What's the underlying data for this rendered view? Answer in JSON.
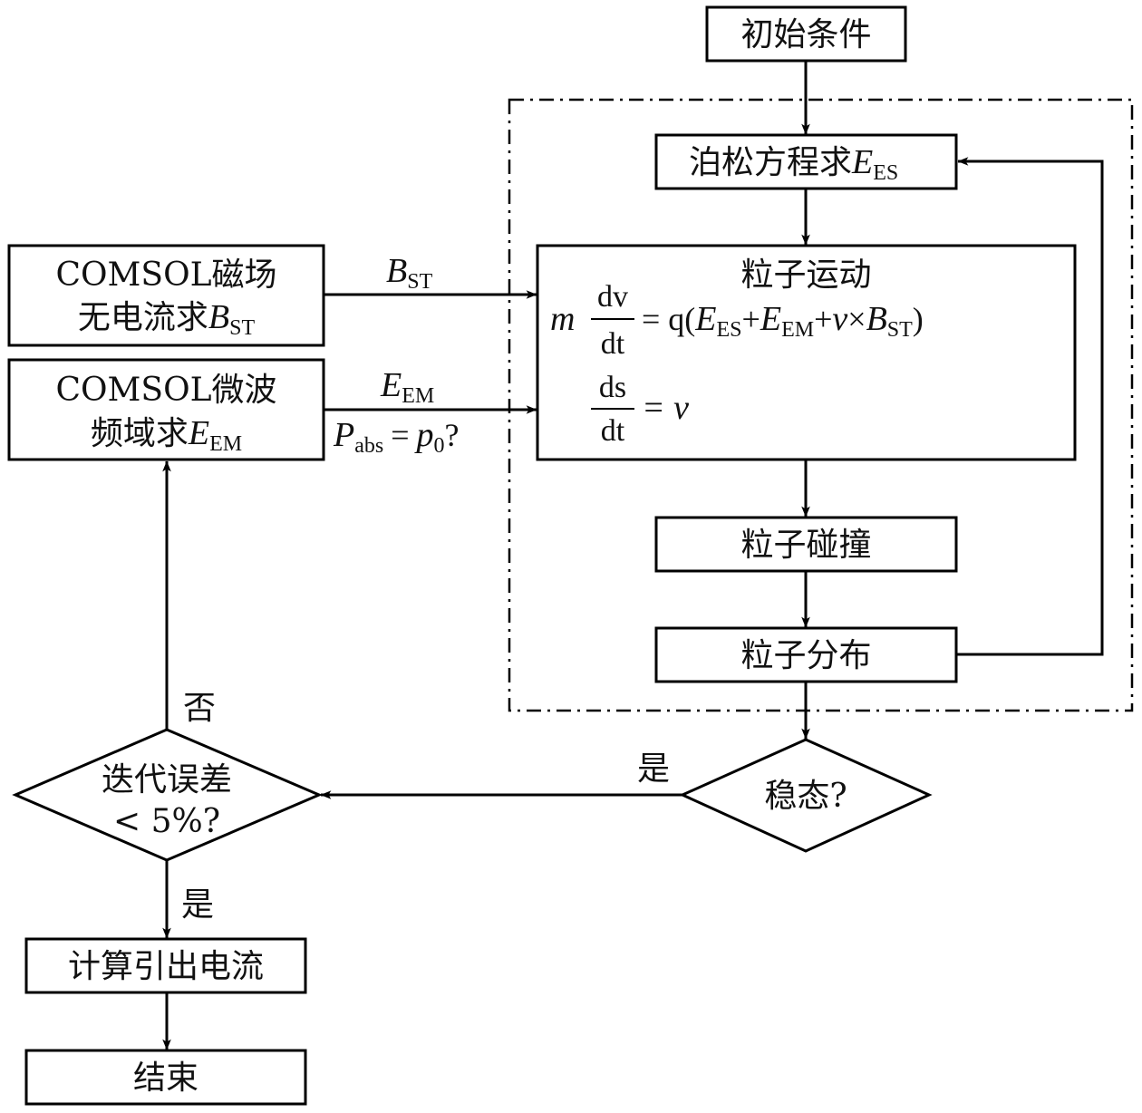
{
  "nodes": {
    "initial": {
      "label": "初始条件"
    },
    "poisson": {
      "label": "泊松方程求",
      "var": "E",
      "sub": "ES"
    },
    "motion": {
      "title": "粒子运动",
      "eq1": {
        "lhs_m": "m",
        "num": "dv",
        "den": "dt",
        "rhs_prefix": "= q(",
        "E": "E",
        "ES": "ES",
        "plus": "+",
        "EM": "EM",
        "v": "v",
        "times": "×",
        "B": "B",
        "ST": "ST",
        "close": ")"
      },
      "eq2": {
        "num": "ds",
        "den": "dt",
        "rhs": "= v"
      }
    },
    "collision": {
      "label": "粒子碰撞"
    },
    "distribution": {
      "label": "粒子分布"
    },
    "steady": {
      "label": "稳态?"
    },
    "comsol_mag": {
      "line1": "COMSOL磁场",
      "line2": "无电流求",
      "var": "B",
      "sub": "ST"
    },
    "comsol_mw": {
      "line1": "COMSOL微波",
      "line2": "频域求",
      "var": "E",
      "sub": "EM"
    },
    "iter_error": {
      "line1": "迭代误差",
      "line2": "< 5%?"
    },
    "compute_current": {
      "label": "计算引出电流"
    },
    "end": {
      "label": "结束"
    }
  },
  "edge_labels": {
    "b_st": {
      "var": "B",
      "sub": "ST"
    },
    "e_em": {
      "var": "E",
      "sub": "EM"
    },
    "p_abs": {
      "var": "P",
      "sub": "abs",
      "eq": "=",
      "p": "p",
      "psub": "0",
      "q": "?"
    },
    "steady_yes": "是",
    "iter_no": "否",
    "iter_yes": "是"
  }
}
